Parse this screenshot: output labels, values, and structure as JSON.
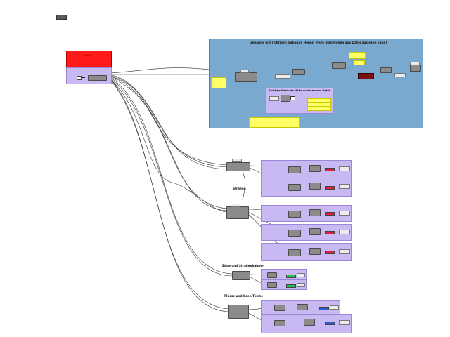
{
  "top_blue_group": {
    "title": "Gebäude mit richtigen Gebäude Höhen (Falls man Höhen aus Datei auslesen kann)",
    "inner_group_title": "Richtige Gebäude Höhe auslesen aus Datei"
  },
  "red_group": {
    "warning_text": "Warnung"
  },
  "labels": {
    "streets": "Straßen",
    "trains": "Züge und Straßenbahnen",
    "rivers": "Flüsse und Seen/Teiche"
  },
  "colors": {
    "blue_group": "#7aa9cf",
    "purple_group": "#c9b9f3",
    "red_group": "#ff1a1a",
    "node": "#8b8b8b",
    "panel": "#ffff66",
    "wire": "#333333",
    "swatch_red": "#e0203a",
    "swatch_green": "#25c04a",
    "swatch_blue": "#2e5bd8",
    "dark_red_node": "#7a1010"
  }
}
